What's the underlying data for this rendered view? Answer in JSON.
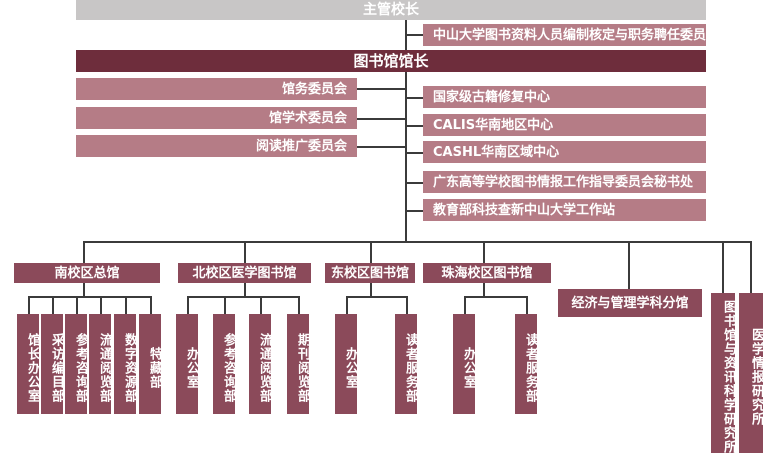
{
  "top": {
    "director": "主管校长",
    "committee": "中山大学图书资料人员编制核定与职务聘任委员会"
  },
  "head": {
    "title": "图书馆馆长"
  },
  "left_committees": [
    "馆务委员会",
    "馆学术委员会",
    "阅读推广委员会"
  ],
  "right_units": [
    "国家级古籍修复中心",
    "CALIS华南地区中心",
    "CASHL华南区域中心",
    "广东高等学校图书情报工作指导委员会秘书处",
    "教育部科技查新中山大学工作站"
  ],
  "branches": {
    "south": {
      "name": "南校区总馆",
      "depts": [
        "馆长办公室",
        "采访编目部",
        "参考咨询部",
        "流通阅览部",
        "数字资源部",
        "特藏部"
      ]
    },
    "north": {
      "name": "北校区医学图书馆",
      "depts": [
        "办公室",
        "参考咨询部",
        "流通阅览部",
        "期刊阅览部"
      ]
    },
    "east": {
      "name": "东校区图书馆",
      "depts": [
        "办公室",
        "读者服务部"
      ]
    },
    "zhuhai": {
      "name": "珠海校区图书馆",
      "depts": [
        "办公室",
        "读者服务部"
      ]
    },
    "econ": {
      "name": "经济与管理学科分馆"
    },
    "research": {
      "name": "图书馆与资讯科学研究所"
    },
    "medinfo": {
      "name": "医学情报研究所"
    }
  }
}
